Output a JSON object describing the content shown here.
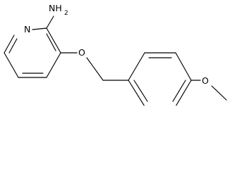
{
  "molecule": {
    "atom_labels": {
      "amine": "NH",
      "amine_subscript": "2",
      "ring_nitrogen": "N",
      "ether_oxygen": "O",
      "methoxy_oxygen": "O"
    }
  }
}
